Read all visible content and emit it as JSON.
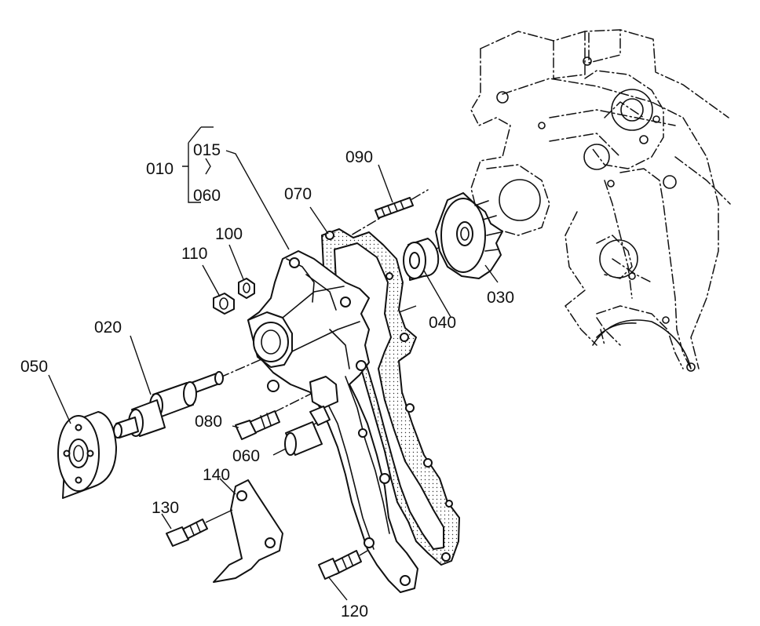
{
  "callouts": {
    "p010": "010",
    "p015": "015",
    "p060a": "060",
    "p090": "090",
    "p070": "070",
    "p100": "100",
    "p110": "110",
    "p020": "020",
    "p030": "030",
    "p040": "040",
    "p050": "050",
    "p080": "080",
    "p060b": "060",
    "p140": "140",
    "p130": "130",
    "p120": "120"
  },
  "colors": {
    "ink": "#111111",
    "paper": "#ffffff"
  }
}
